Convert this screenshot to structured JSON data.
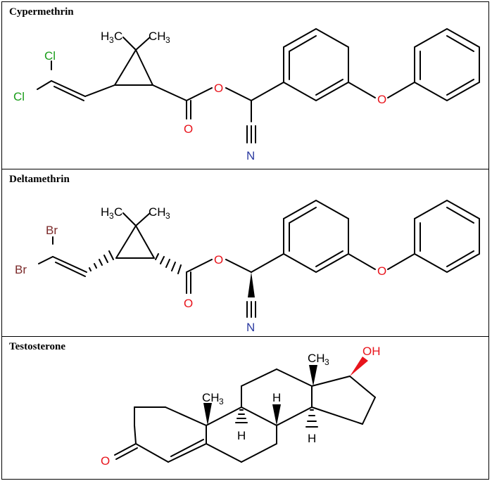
{
  "panels": [
    {
      "title": "Cypermethrin",
      "atoms": {
        "cl1": "Cl",
        "cl2": "Cl",
        "o_ester": "O",
        "o_carbonyl": "O",
        "o_ether": "O",
        "n": "N",
        "ch3a_h": "H",
        "ch3a_n": "3",
        "ch3a_c": "C",
        "ch3b": "CH",
        "ch3b_n": "3"
      }
    },
    {
      "title": "Deltamethrin",
      "atoms": {
        "br1": "Br",
        "br2": "Br",
        "o_ester": "O",
        "o_carbonyl": "O",
        "o_ether": "O",
        "n": "N",
        "ch3a_h": "H",
        "ch3a_n": "3",
        "ch3a_c": "C",
        "ch3b": "CH",
        "ch3b_n": "3"
      }
    },
    {
      "title": "Testosterone",
      "atoms": {
        "oh": "OH",
        "o_keto": "O",
        "ch3_top": "CH",
        "ch3_top_n": "3",
        "ch3_mid": "CH",
        "ch3_mid_n": "3",
        "h1": "H",
        "h2": "H",
        "h3": "H"
      }
    }
  ],
  "colors": {
    "chlorine": "#1a9d1a",
    "bromine": "#7b2a2a",
    "oxygen": "#e8141c",
    "nitrogen": "#2b3aa0"
  }
}
